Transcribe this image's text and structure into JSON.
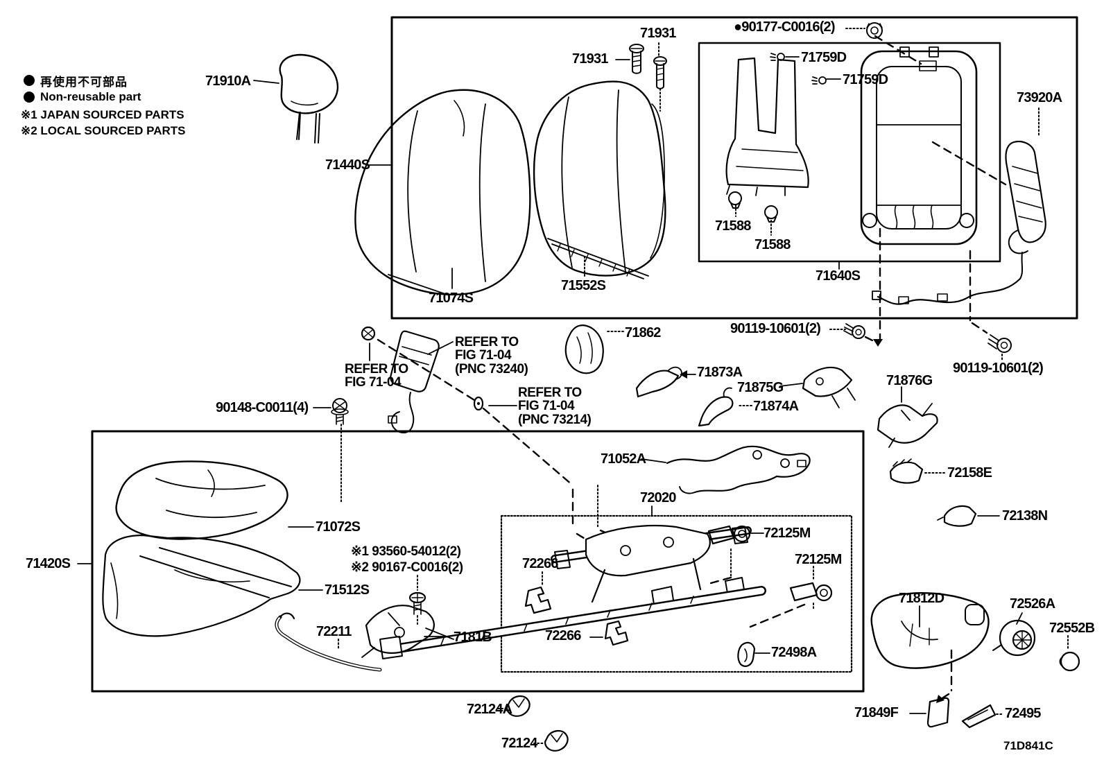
{
  "figure_code": "71D841C",
  "colors": {
    "ink": "#000000",
    "paper": "#ffffff"
  },
  "legend": {
    "bullet": "●",
    "jp_line": "再使用不可部品",
    "en_line": "Non-reusable part",
    "note1": "※1 JAPAN SOURCED PARTS",
    "note2": "※2 LOCAL SOURCED PARTS"
  },
  "labels": [
    {
      "text": "71910A"
    },
    {
      "text": "71440S"
    },
    {
      "text": "71931"
    },
    {
      "text": "71931"
    },
    {
      "text": "●90177-C0016(2)"
    },
    {
      "text": "71759D"
    },
    {
      "text": "71759D"
    },
    {
      "text": "73920A"
    },
    {
      "text": "71588"
    },
    {
      "text": "71588"
    },
    {
      "text": "71640S"
    },
    {
      "text": "71074S"
    },
    {
      "text": "71552S"
    },
    {
      "text": "71862"
    },
    {
      "text": "90119-10601(2)"
    },
    {
      "text": "90119-10601(2)"
    },
    {
      "text": "REFER TO\nFIG 71-04"
    },
    {
      "text": "REFER TO\nFIG 71-04\n(PNC 73240)"
    },
    {
      "text": "REFER TO\nFIG 71-04\n(PNC 73214)"
    },
    {
      "text": "90148-C0011(4)"
    },
    {
      "text": "71873A"
    },
    {
      "text": "71875G"
    },
    {
      "text": "71874A"
    },
    {
      "text": "71876G"
    },
    {
      "text": "72158E"
    },
    {
      "text": "72138N"
    },
    {
      "text": "71052A"
    },
    {
      "text": "72020"
    },
    {
      "text": "72125M"
    },
    {
      "text": "72125M"
    },
    {
      "text": "72266"
    },
    {
      "text": "72266"
    },
    {
      "text": "※1 93560-54012(2)"
    },
    {
      "text": "※2 90167-C0016(2)"
    },
    {
      "text": "71072S"
    },
    {
      "text": "71420S"
    },
    {
      "text": "71512S"
    },
    {
      "text": "72211"
    },
    {
      "text": "7181B"
    },
    {
      "text": "72498A"
    },
    {
      "text": "71812D"
    },
    {
      "text": "72526A"
    },
    {
      "text": "72552B"
    },
    {
      "text": "72124A"
    },
    {
      "text": "72124"
    },
    {
      "text": "71849F"
    },
    {
      "text": "72495"
    }
  ]
}
